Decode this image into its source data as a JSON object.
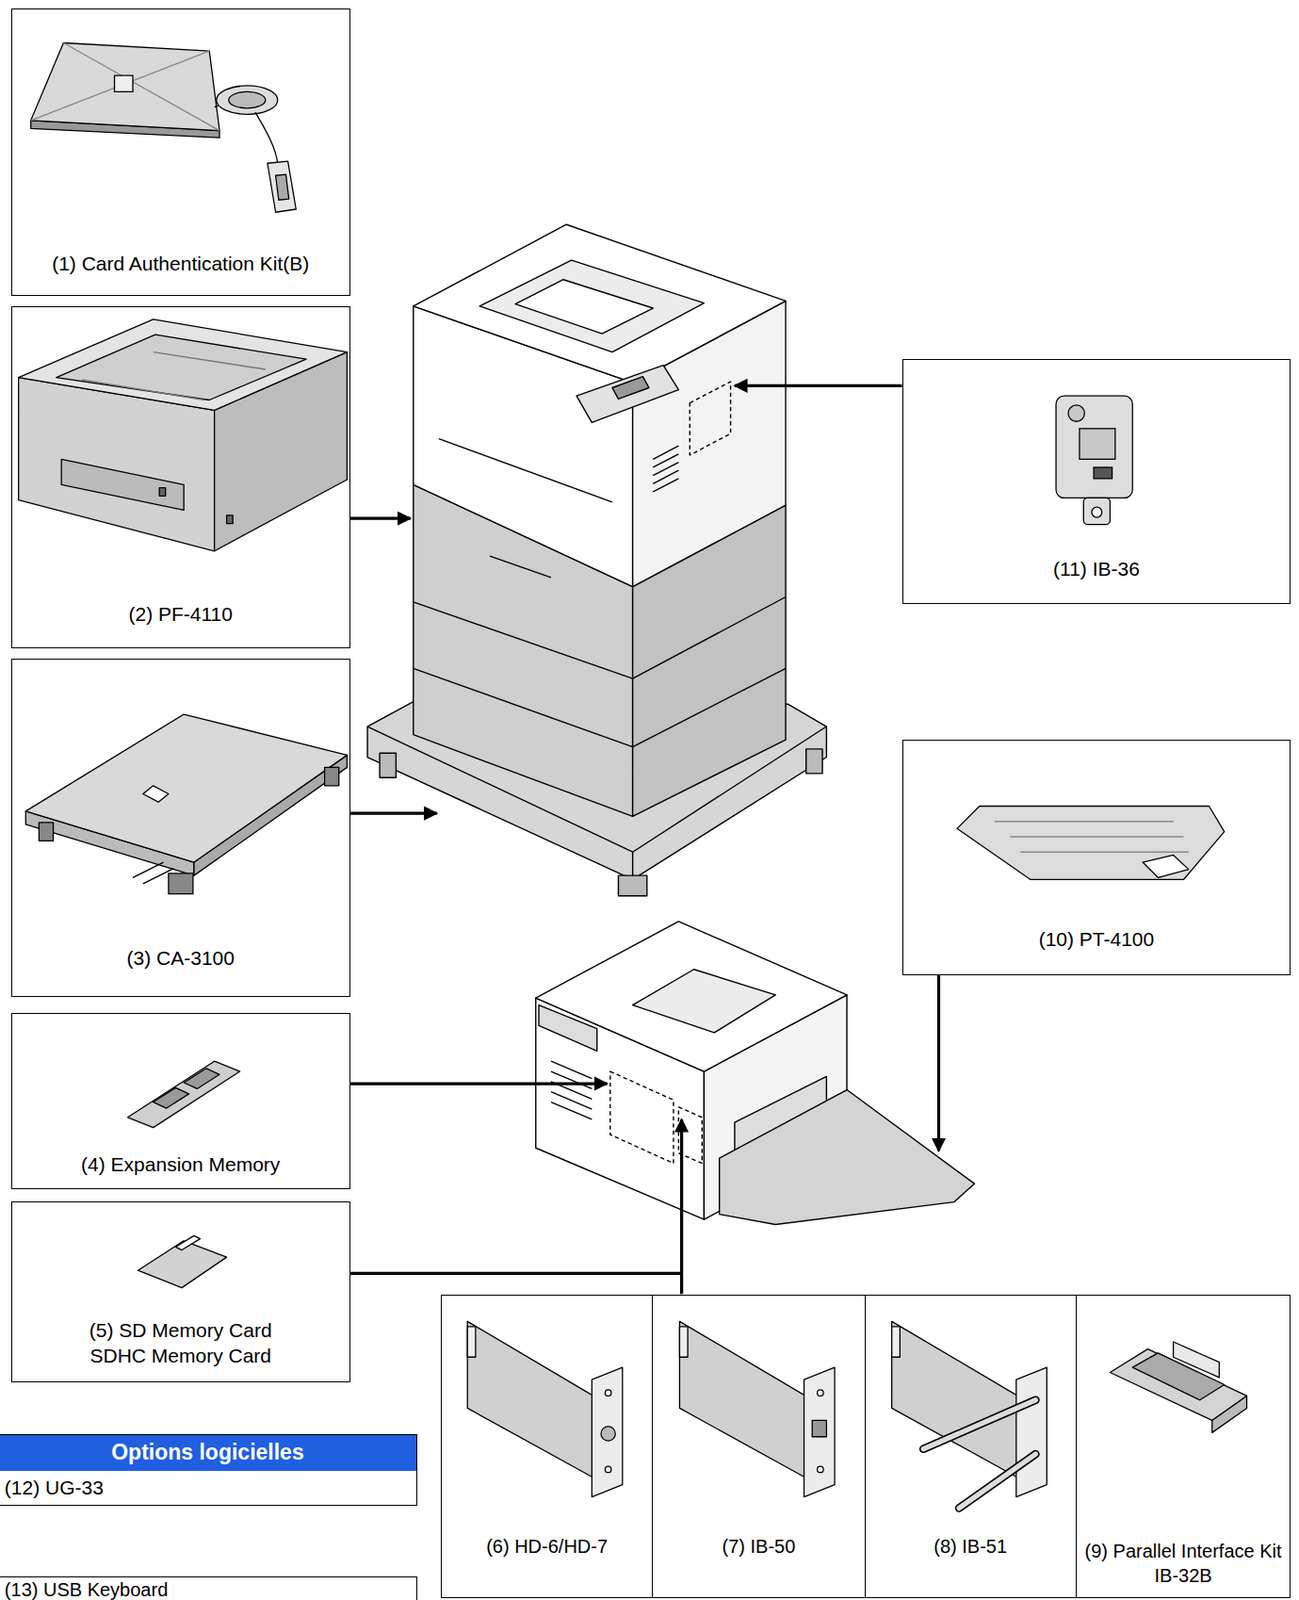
{
  "diagram": {
    "nodes": [
      {
        "text": [
          "(1) Card Authentication Kit(B)"
        ]
      },
      {
        "text": [
          "(2) PF-4110"
        ]
      },
      {
        "text": [
          "(3) CA-3100"
        ]
      },
      {
        "text": [
          "(4) Expansion Memory"
        ]
      },
      {
        "text": [
          "(5) SD Memory Card SDHC Memory Card"
        ]
      },
      {
        "text": [
          "(11) IB-36"
        ]
      },
      {
        "text": [
          "(10) PT-4100"
        ]
      },
      {
        "text": [
          "(6) HD-6/HD-7"
        ]
      },
      {
        "text": [
          "(7) IB-50"
        ]
      },
      {
        "text": [
          "(8) IB-51"
        ]
      },
      {
        "text": [
          "(9) Parallel Interface Kit IB-32B"
        ]
      },
      {
        "text": [
          "Options logicielles",
          "(12) UG-33"
        ]
      },
      {
        "text": [
          "(13) USB Keyboard"
        ]
      }
    ]
  }
}
